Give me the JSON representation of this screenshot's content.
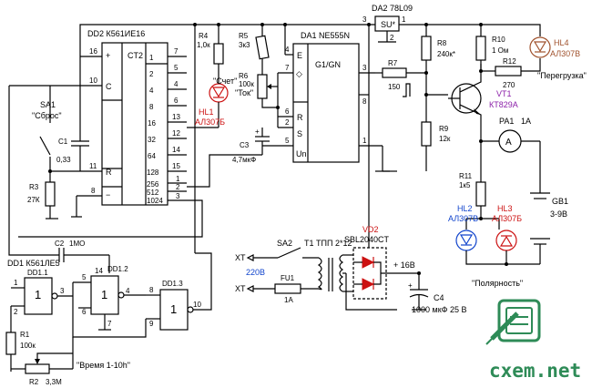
{
  "chips": {
    "dd2": {
      "title": "DD2 К561ИЕ16",
      "inner": "CT2",
      "pins_left": [
        "16",
        "10",
        "11",
        "8"
      ],
      "labels_left": [
        "+",
        "C",
        "R",
        "−"
      ],
      "pin_nums": [
        "7",
        "5",
        "4",
        "6",
        "13",
        "12",
        "14",
        "15",
        "1",
        "2",
        "3"
      ],
      "weights": [
        "1",
        "2",
        "4",
        "8",
        "16",
        "32",
        "64",
        "128",
        "256",
        "512",
        "1024"
      ]
    },
    "da1": {
      "title": "DA1  NE555N",
      "inner": "G1/GN",
      "pins": [
        "4",
        "8",
        "7",
        "6",
        "2",
        "5",
        "3",
        "1"
      ],
      "labels": [
        "E",
        "◇",
        "R",
        "S",
        "Un"
      ]
    },
    "da2": {
      "title": "DA2 78L09",
      "inner": "SU*",
      "pins": [
        "3",
        "2",
        "1"
      ]
    },
    "dd1": {
      "title": "DD1 К561ЛЕ5",
      "g1": "DD1.1",
      "g2": "DD1.2",
      "g3": "DD1.3",
      "gate_sym": "1",
      "pins": [
        "1",
        "2",
        "3",
        "5",
        "6",
        "14",
        "7",
        "4",
        "8",
        "9",
        "10"
      ]
    }
  },
  "parts": {
    "r4": [
      "R4",
      "1,0к"
    ],
    "r5": [
      "R5",
      "3к3"
    ],
    "r6": [
      "R6",
      "100к",
      "\"Ток\""
    ],
    "r7": [
      "R7",
      "150"
    ],
    "r8": [
      "R8",
      "240к*"
    ],
    "r9": [
      "R9",
      "12к"
    ],
    "r10": [
      "R10",
      "1 Ом"
    ],
    "r12": [
      "R12",
      "270"
    ],
    "r11": [
      "R11",
      "1к5"
    ],
    "r3": [
      "R3",
      "27К"
    ],
    "r1": [
      "R1",
      "100к"
    ],
    "r2": [
      "R2",
      "3,3М",
      "\"Время  1-10h\""
    ],
    "c1": [
      "C1",
      "0,33"
    ],
    "c2": [
      "C2",
      "1МО"
    ],
    "c3": [
      "C3",
      "4,7мкФ"
    ],
    "c4": [
      "C4",
      "1000 мкФ 25 В"
    ],
    "hl1": [
      "HL1",
      "АЛ307Б",
      "\"Счет\""
    ],
    "hl2": [
      "HL2",
      "АЛ307В"
    ],
    "hl3": [
      "HL3",
      "АЛ307Б"
    ],
    "hl4": [
      "HL4",
      "АЛ307В",
      "\"Перегрузка\""
    ],
    "vt1": [
      "VT1",
      "КТ829А"
    ],
    "pa1": [
      "PA1",
      "1А",
      "A"
    ],
    "gb1": [
      "GB1",
      "3-9В"
    ],
    "vd2": [
      "VD2",
      "SBL2040CT"
    ],
    "t1": "T1 ТПП 2*12",
    "sa1": [
      "SA1",
      "\"Сброс\""
    ],
    "sa2": "SA2",
    "fu1": [
      "FU1",
      "1А"
    ],
    "xt": [
      "XT",
      "XT"
    ],
    "mains": "220В",
    "plus16": "+ 16В",
    "polarity": "\"Полярность\""
  },
  "brand": {
    "site": "cxem.net"
  },
  "colors": {
    "red": "#cc1111",
    "blue": "#1144cc",
    "purple": "#8b1fa8",
    "brown": "#a0522d",
    "logo": "#2e8b57"
  }
}
